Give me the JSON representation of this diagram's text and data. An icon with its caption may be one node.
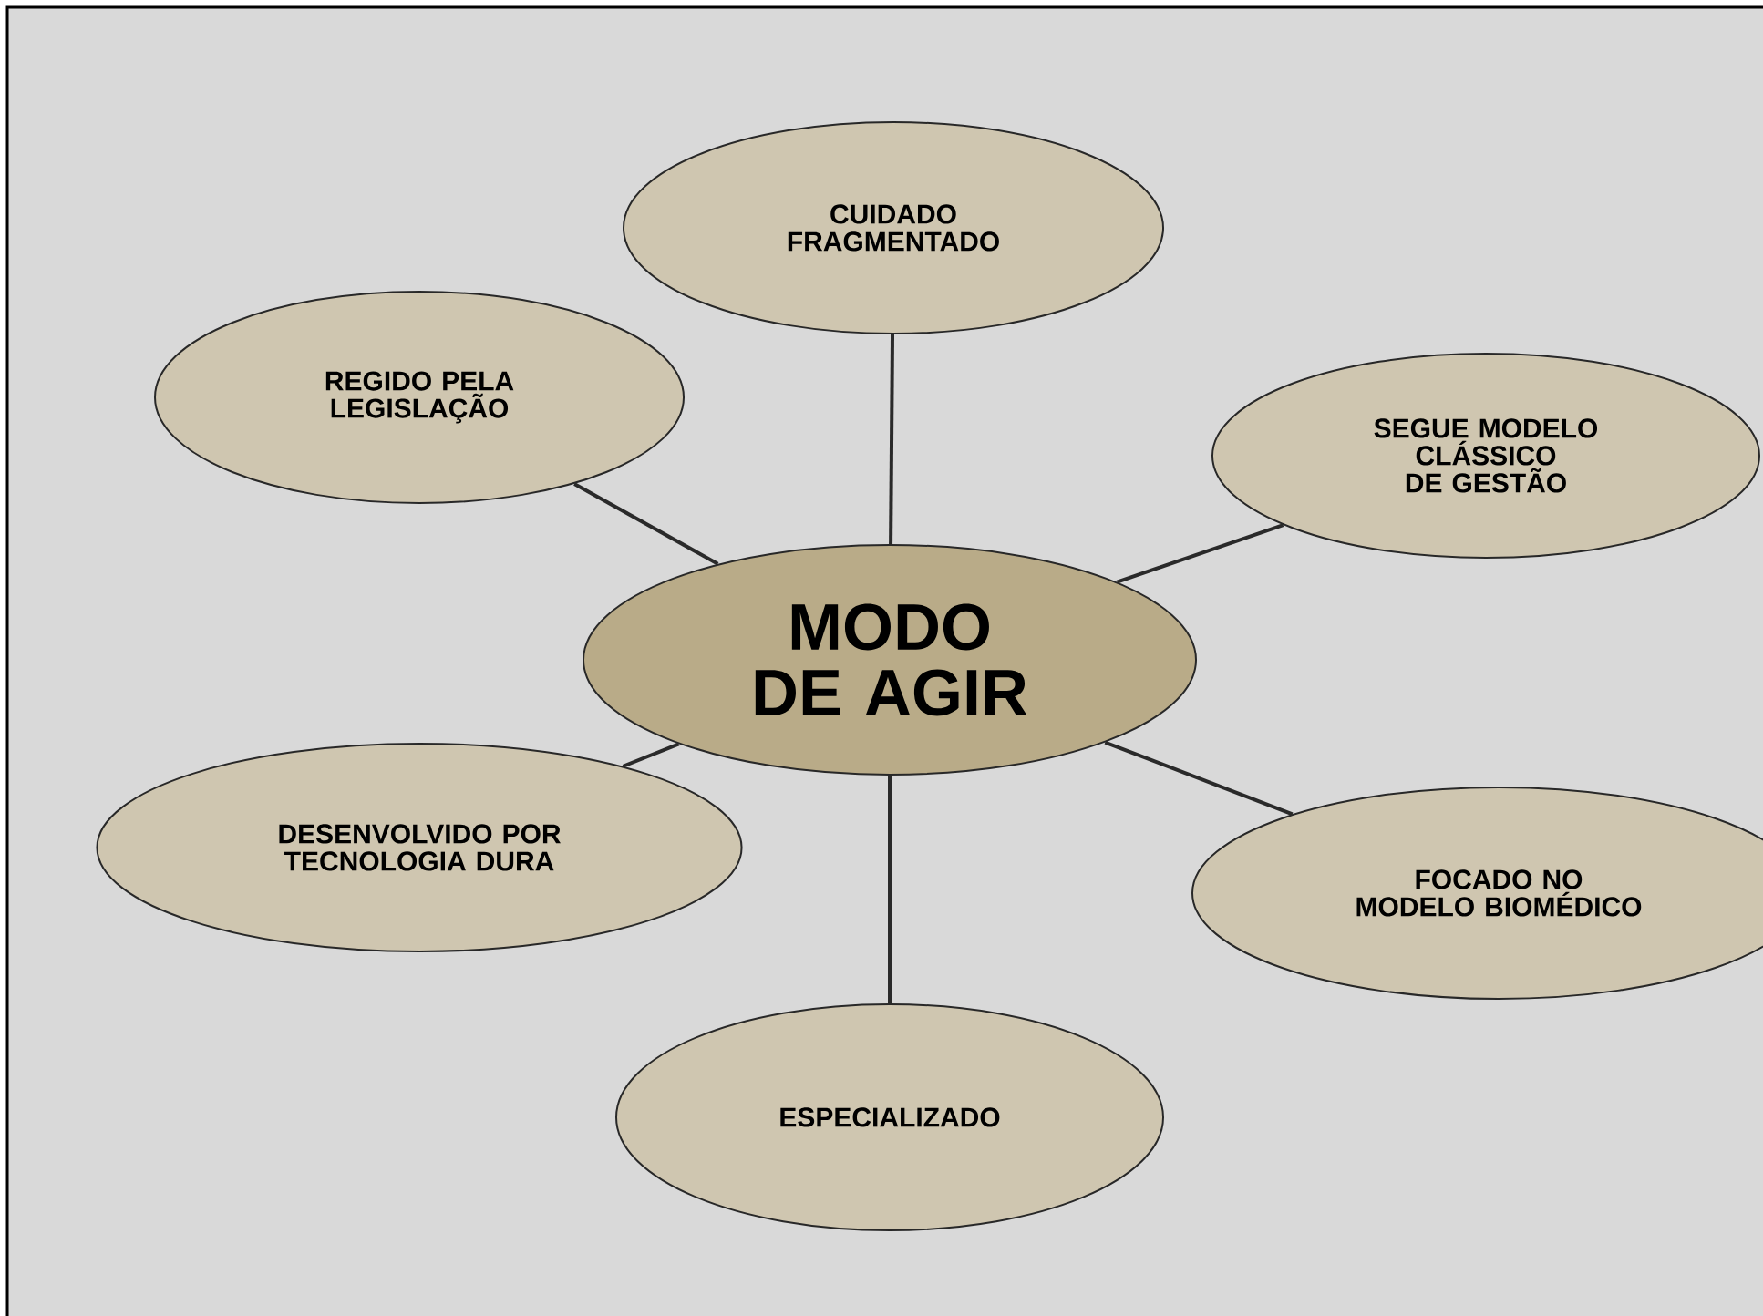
{
  "diagram": {
    "nodes": [
      {
        "text": [
          "CUIDADO FRAGMENTADO"
        ]
      },
      {
        "text": [
          "REGIDO PELA LEGISLAÇÃO"
        ]
      },
      {
        "text": [
          "SEGUE MODELO CLÁSSICO DE GESTÃO"
        ]
      },
      {
        "text": [
          "MODO DE AGIR"
        ]
      },
      {
        "text": [
          "DESENVOLVIDO POR TECNOLOGIA DURA"
        ]
      },
      {
        "text": [
          "FOCADO NO MODELO BIOMÉDICO"
        ]
      },
      {
        "text": [
          "ESPECIALIZADO"
        ]
      }
    ],
    "edges": [
      {
        "from": 3,
        "to": 0,
        "arrow": "none"
      },
      {
        "from": 3,
        "to": 1,
        "arrow": "none"
      },
      {
        "from": 3,
        "to": 2,
        "arrow": "none"
      },
      {
        "from": 3,
        "to": 4,
        "arrow": "none"
      },
      {
        "from": 3,
        "to": 5,
        "arrow": "none"
      },
      {
        "from": 3,
        "to": 6,
        "arrow": "none"
      }
    ]
  }
}
